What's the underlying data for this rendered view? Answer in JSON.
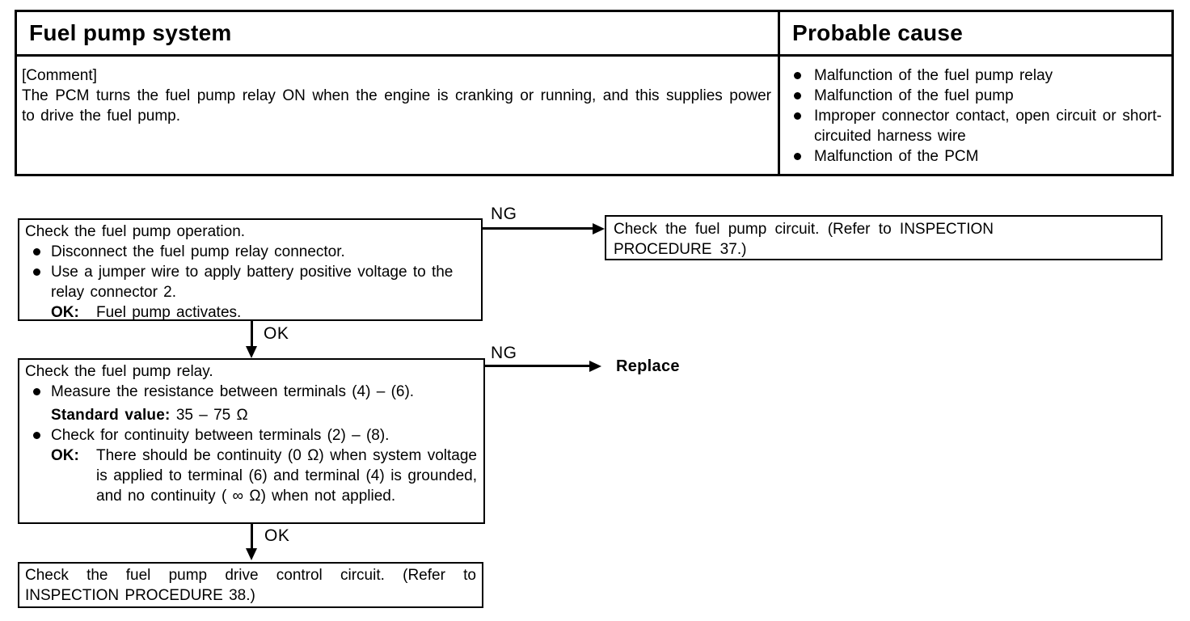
{
  "colors": {
    "paper": "#ffffff",
    "ink": "#000000"
  },
  "header_table": {
    "title": "Fuel pump system",
    "probable_cause_title": "Probable cause",
    "comment_label": "[Comment]",
    "comment_text": "The PCM turns the fuel pump relay ON when the engine is cranking or running, and this supplies power to drive the fuel pump.",
    "causes": [
      "Malfunction of the fuel pump relay",
      "Malfunction of the fuel pump",
      "Improper connector contact, open circuit or short-circuited harness wire",
      "Malfunction of the PCM"
    ]
  },
  "flow": {
    "step1": {
      "title": "Check the fuel pump operation.",
      "bullets": [
        "Disconnect the fuel pump relay connector.",
        "Use a jumper wire to apply battery positive voltage to the relay connector 2."
      ],
      "ok_label": "OK:",
      "ok_text": "Fuel pump activates."
    },
    "ng1": {
      "label": "NG"
    },
    "ng1_box": {
      "text": "Check the fuel pump circuit. (Refer to INSPECTION PROCEDURE 37.)"
    },
    "ok1": {
      "label": "OK"
    },
    "step2": {
      "title": "Check the fuel pump relay.",
      "bullet1": "Measure the resistance between terminals (4) – (6).",
      "standard_label": "Standard value:",
      "standard_value": "35 – 75 Ω",
      "bullet2": "Check for continuity between terminals (2) – (8).",
      "ok_label": "OK:",
      "ok_text": "There should be continuity (0 Ω) when system voltage is applied to terminal (6) and terminal (4) is grounded, and no continuity ( ∞ Ω) when not applied."
    },
    "ng2": {
      "label": "NG",
      "action": "Replace"
    },
    "ok2": {
      "label": "OK"
    },
    "step3": {
      "text": "Check the fuel pump drive control circuit. (Refer to INSPECTION PROCEDURE 38.)"
    }
  }
}
